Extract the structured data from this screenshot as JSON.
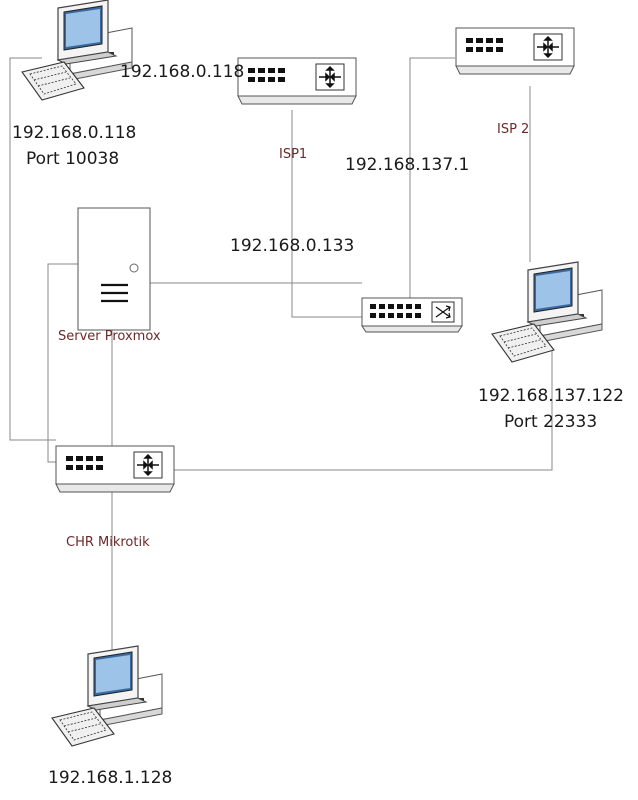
{
  "labels": {
    "pc_top_left_ip": "192.168.0.118",
    "pc_top_left_port": "Port 10038",
    "router_isp1_ip": "192.168.0.118",
    "isp1_name": "ISP1",
    "isp2_name": "ISP 2",
    "isp2_ip": "192.168.137.1",
    "switch_ip": "192.168.0.133",
    "server_name": "Server Proxmox",
    "pc_right_ip": "192.168.137.122",
    "pc_right_port": "Port 22333",
    "chr_name": "CHR Mikrotik",
    "pc_bottom_ip": "192.168.1.128"
  },
  "colors": {
    "wire": "#8a8a8a",
    "device_label": "#6b2a2a",
    "ip_text": "#1a1a1a"
  },
  "icons": [
    "computer-icon",
    "router-icon",
    "switch-icon",
    "server-icon"
  ]
}
